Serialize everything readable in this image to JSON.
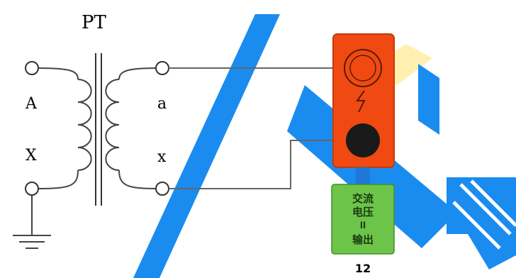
{
  "diagram": {
    "title": "PT",
    "primary_terminals": {
      "top": "A",
      "bottom": "X"
    },
    "secondary_terminals": {
      "top": "a",
      "bottom": "x"
    },
    "device": {
      "output_module_label_lines": [
        "交流",
        "电压",
        "ll",
        "输出"
      ],
      "output_module_number": "12"
    },
    "colors": {
      "device_body": "#f04a12",
      "output_module": "#6cc449",
      "connector": "#1e78d8",
      "watermark_blue": "#1a8cf0",
      "watermark_yellow": "#ffe27a",
      "wire": "#555555"
    }
  }
}
